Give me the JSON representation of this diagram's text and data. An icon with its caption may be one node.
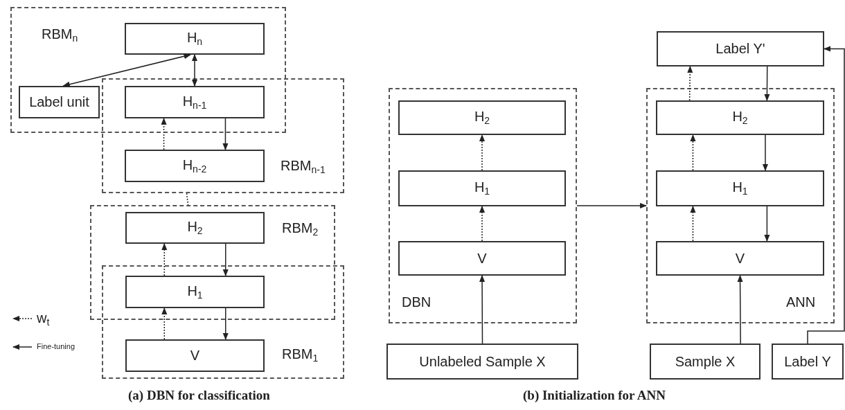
{
  "diagram": {
    "nodes": [
      {
        "text": [
          "RBM$_{n}$"
        ]
      },
      {
        "text": [
          "H$_{n}$"
        ],
        "in": 0
      },
      {
        "text": [
          "Label unit"
        ],
        "in": 0
      },
      {
        "text": [
          "RBM$_{n-1}$"
        ]
      },
      {
        "text": [
          "H$_{n-1}$"
        ]
      },
      {
        "text": [
          "H$_{n-2}$"
        ],
        "in": 3
      },
      {
        "text": [
          "RBM$_{2}$"
        ]
      },
      {
        "text": [
          "H$_{2}$"
        ],
        "in": 6
      },
      {
        "text": [
          "RBM$_{1}$"
        ]
      },
      {
        "text": [
          "H$_{1}$"
        ]
      },
      {
        "text": [
          "V"
        ],
        "in": 8
      },
      {
        "text": [
          "DBN"
        ]
      },
      {
        "text": [
          "H$_{2}$"
        ],
        "in": 11
      },
      {
        "text": [
          "H$_{1}$"
        ],
        "in": 11
      },
      {
        "text": [
          "V"
        ],
        "in": 11
      },
      {
        "text": [
          "Unlabeled Sample X"
        ]
      },
      {
        "text": [
          "Label Y'"
        ]
      },
      {
        "text": [
          "ANN"
        ]
      },
      {
        "text": [
          "H$_{2}$"
        ],
        "in": 17
      },
      {
        "text": [
          "H$_{1}$"
        ],
        "in": 17
      },
      {
        "text": [
          "V"
        ],
        "in": 17
      },
      {
        "text": [
          "Sample X"
        ]
      },
      {
        "text": [
          "Label Y"
        ]
      }
    ],
    "edges": [
      {
        "from": 1,
        "to": 2,
        "arrow": "both"
      },
      {
        "from": 1,
        "to": 4,
        "arrow": "both"
      },
      {
        "from": 5,
        "to": 4,
        "arrow": "to",
        "style": "dashed"
      },
      {
        "from": 4,
        "to": 5,
        "arrow": "to"
      },
      {
        "from": 3,
        "to": 6,
        "arrow": "none",
        "style": "dashed"
      },
      {
        "from": 9,
        "to": 7,
        "arrow": "to",
        "style": "dashed"
      },
      {
        "from": 7,
        "to": 9,
        "arrow": "to"
      },
      {
        "from": 10,
        "to": 9,
        "arrow": "to",
        "style": "dashed"
      },
      {
        "from": 9,
        "to": 10,
        "arrow": "to"
      },
      {
        "from": 13,
        "to": 12,
        "arrow": "to",
        "style": "dashed"
      },
      {
        "from": 14,
        "to": 13,
        "arrow": "to",
        "style": "dashed"
      },
      {
        "from": 15,
        "to": 14,
        "arrow": "to"
      },
      {
        "from": 11,
        "to": 17,
        "arrow": "to"
      },
      {
        "from": 20,
        "to": 19,
        "arrow": "to",
        "style": "dashed"
      },
      {
        "from": 19,
        "to": 18,
        "arrow": "to",
        "style": "dashed"
      },
      {
        "from": 18,
        "to": 16,
        "arrow": "to",
        "style": "dashed"
      },
      {
        "from": 16,
        "to": 18,
        "arrow": "to"
      },
      {
        "from": 18,
        "to": 19,
        "arrow": "to"
      },
      {
        "from": 19,
        "to": 20,
        "arrow": "to"
      },
      {
        "from": 21,
        "to": 20,
        "arrow": "to"
      },
      {
        "from": 22,
        "to": 16,
        "arrow": "to"
      }
    ],
    "labels": [
      "(a) DBN for classification",
      "(b) Initialization for ANN"
    ],
    "legend": [
      {
        "text": "w$_{t}$"
      },
      {
        "text": "Fine-tuning"
      }
    ]
  }
}
